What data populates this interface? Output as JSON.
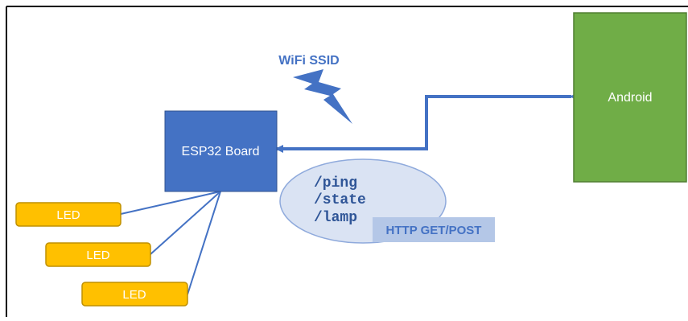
{
  "wifi": {
    "label": "WiFi SSID"
  },
  "esp32": {
    "label": "ESP32 Board"
  },
  "android": {
    "label": "Android"
  },
  "endpoints": [
    "/ping",
    "/state",
    "/lamp"
  ],
  "http": {
    "label": "HTTP GET/POST"
  },
  "leds": [
    {
      "label": "LED"
    },
    {
      "label": "LED"
    },
    {
      "label": "LED"
    }
  ],
  "colors": {
    "esp32_fill": "#4472c4",
    "android_fill": "#70ad47",
    "android_stroke": "#507e32",
    "led_fill": "#ffc000",
    "led_stroke": "#bf9000",
    "connector": "#4472c4",
    "wifi_text": "#4472c4",
    "ellipse_fill": "#dae3f3",
    "ellipse_stroke": "#8faadc",
    "http_label_bg": "#b4c7e7",
    "http_label_text": "#4472c4",
    "endpoint_text": "#2f5597"
  }
}
